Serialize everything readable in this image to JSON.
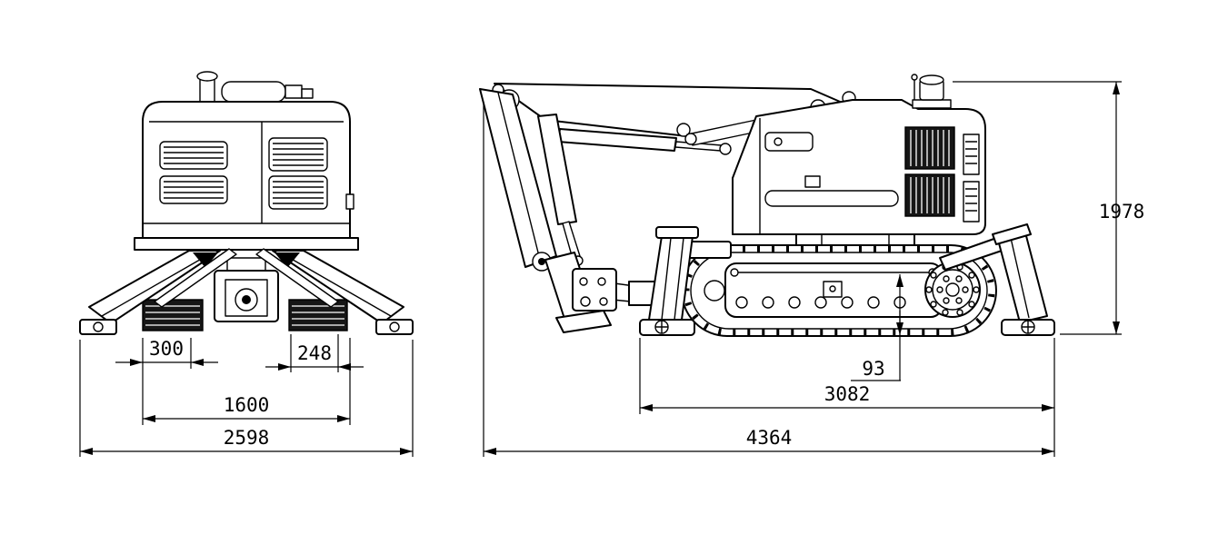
{
  "drawing": {
    "type": "technical-dimension-drawing",
    "subject": "tracked demolition robot, front and side orthographic views",
    "colors": {
      "line": "#000000",
      "background": "#ffffff"
    },
    "front_view": {
      "name": "front-view",
      "dims": {
        "d300": "300",
        "d248": "248",
        "d1600": "1600",
        "d2598": "2598"
      }
    },
    "side_view": {
      "name": "side-view",
      "dims": {
        "d93": "93",
        "d3082": "3082",
        "d4364": "4364",
        "d1978": "1978"
      }
    }
  }
}
